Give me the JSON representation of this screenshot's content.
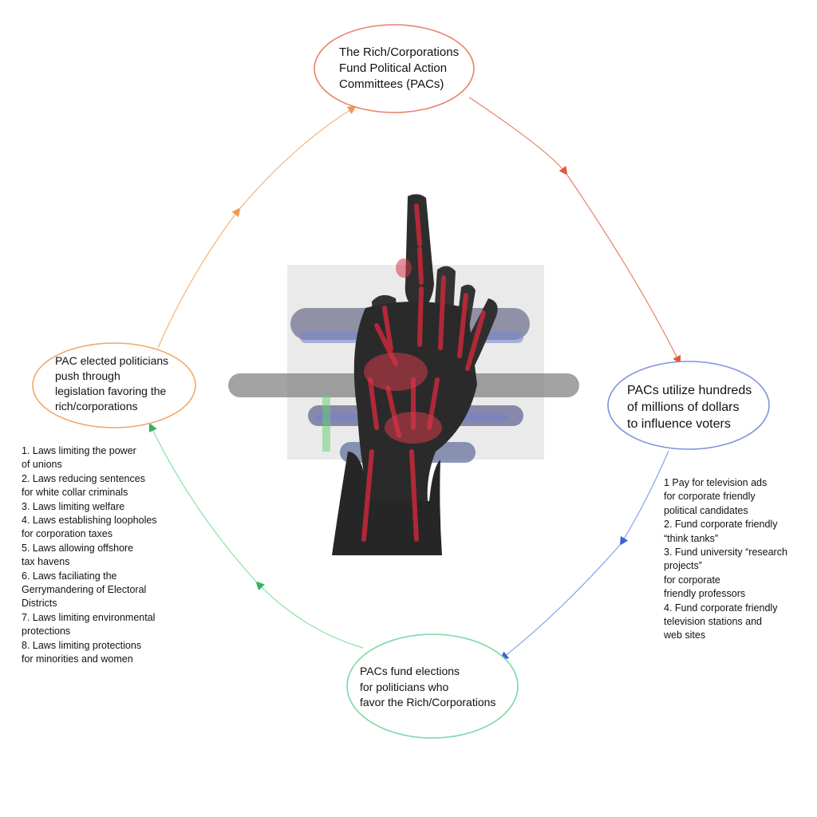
{
  "nodes": {
    "top": {
      "label": "The Rich/Corporations\nFund Political Action\nCommittees (PACs)",
      "color": "#e8826a"
    },
    "right": {
      "label": "PACs utilize hundreds\nof millions of dollars\nto influence voters",
      "color": "#7f95d8"
    },
    "bottom": {
      "label": "PACs fund elections\nfor politicians who\nfavor the Rich/Corporations",
      "color": "#7fd8a6"
    },
    "left": {
      "label": "PAC elected politicians\npush through\nlegislation favoring the\nrich/corporations",
      "color": "#f0a868"
    }
  },
  "right_list": [
    "1 Pay for television ads",
    "for corporate friendly",
    "political candidates",
    "2. Fund corporate friendly",
    "“think tanks”",
    "3. Fund university “research",
    "projects”",
    "for corporate",
    "friendly professors",
    "4. Fund corporate friendly",
    "television stations and",
    "web sites"
  ],
  "left_list": [
    "1. Laws limiting the power",
    "of unions",
    "2. Laws reducing sentences",
    "for white collar criminals",
    "3. Laws limiting welfare",
    "4. Laws establishing loopholes",
    "for corporation taxes",
    "5. Laws allowing offshore",
    "tax havens",
    "6. Laws faciliating the",
    "Gerrymandering of Electoral",
    "Districts",
    "7. Laws limiting environmental",
    "protections",
    "8. Laws limiting protections",
    "for minorities and women"
  ],
  "arrow_colors": {
    "top_to_right": "#e8826a",
    "right_to_bottom": "#8aa2e8",
    "bottom_to_left": "#86e0a0",
    "left_to_top": "#f3b47a"
  },
  "center_image": "x-ray-hand-middle-finger"
}
